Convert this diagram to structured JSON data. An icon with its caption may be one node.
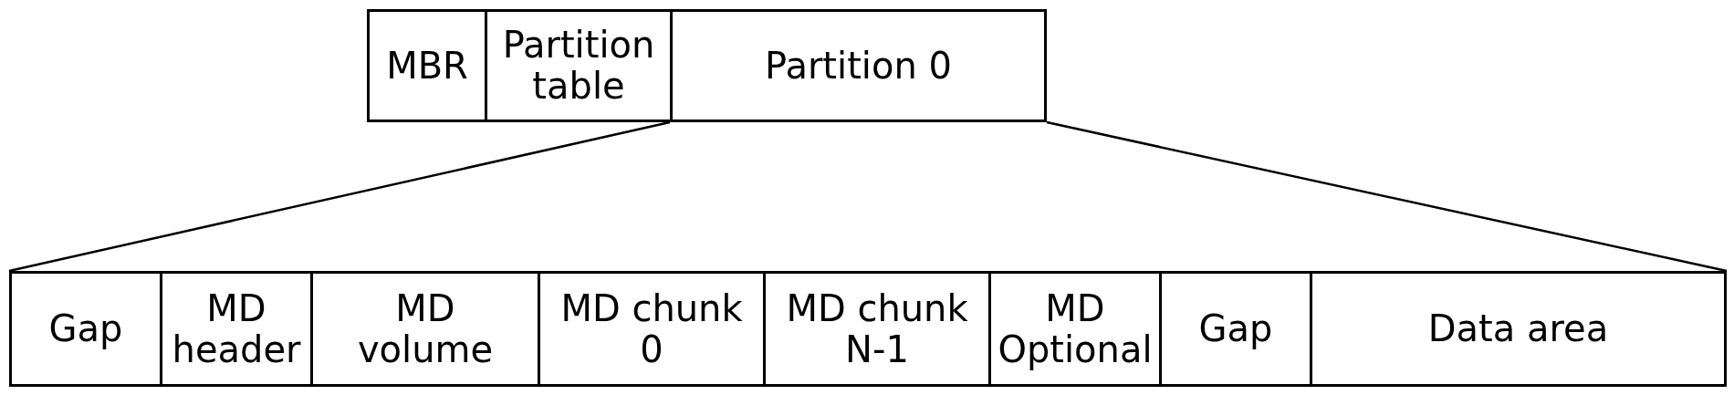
{
  "diagram": {
    "nodes": [
      {
        "text": [
          "MBR"
        ]
      },
      {
        "text": [
          "Partition table"
        ]
      },
      {
        "text": [
          "Partition 0"
        ]
      },
      {
        "text": [],
        "shape": "box"
      },
      {
        "text": [
          "Gap"
        ],
        "in": 3
      },
      {
        "text": [
          "MD header"
        ],
        "in": 3
      },
      {
        "text": [
          "MD volume"
        ],
        "in": 3
      },
      {
        "text": [
          "MD chunk 0"
        ],
        "in": 3
      },
      {
        "text": [
          "MD chunk N-1"
        ],
        "in": 3
      },
      {
        "text": [
          "MD Optional"
        ],
        "in": 3
      },
      {
        "text": [
          "Gap"
        ],
        "in": 3
      },
      {
        "text": [
          "Data area"
        ],
        "in": 3
      }
    ],
    "edges": [
      {
        "from": 2,
        "to": 3,
        "arrow": "none"
      },
      {
        "from": 2,
        "to": 3,
        "arrow": "none"
      }
    ]
  }
}
